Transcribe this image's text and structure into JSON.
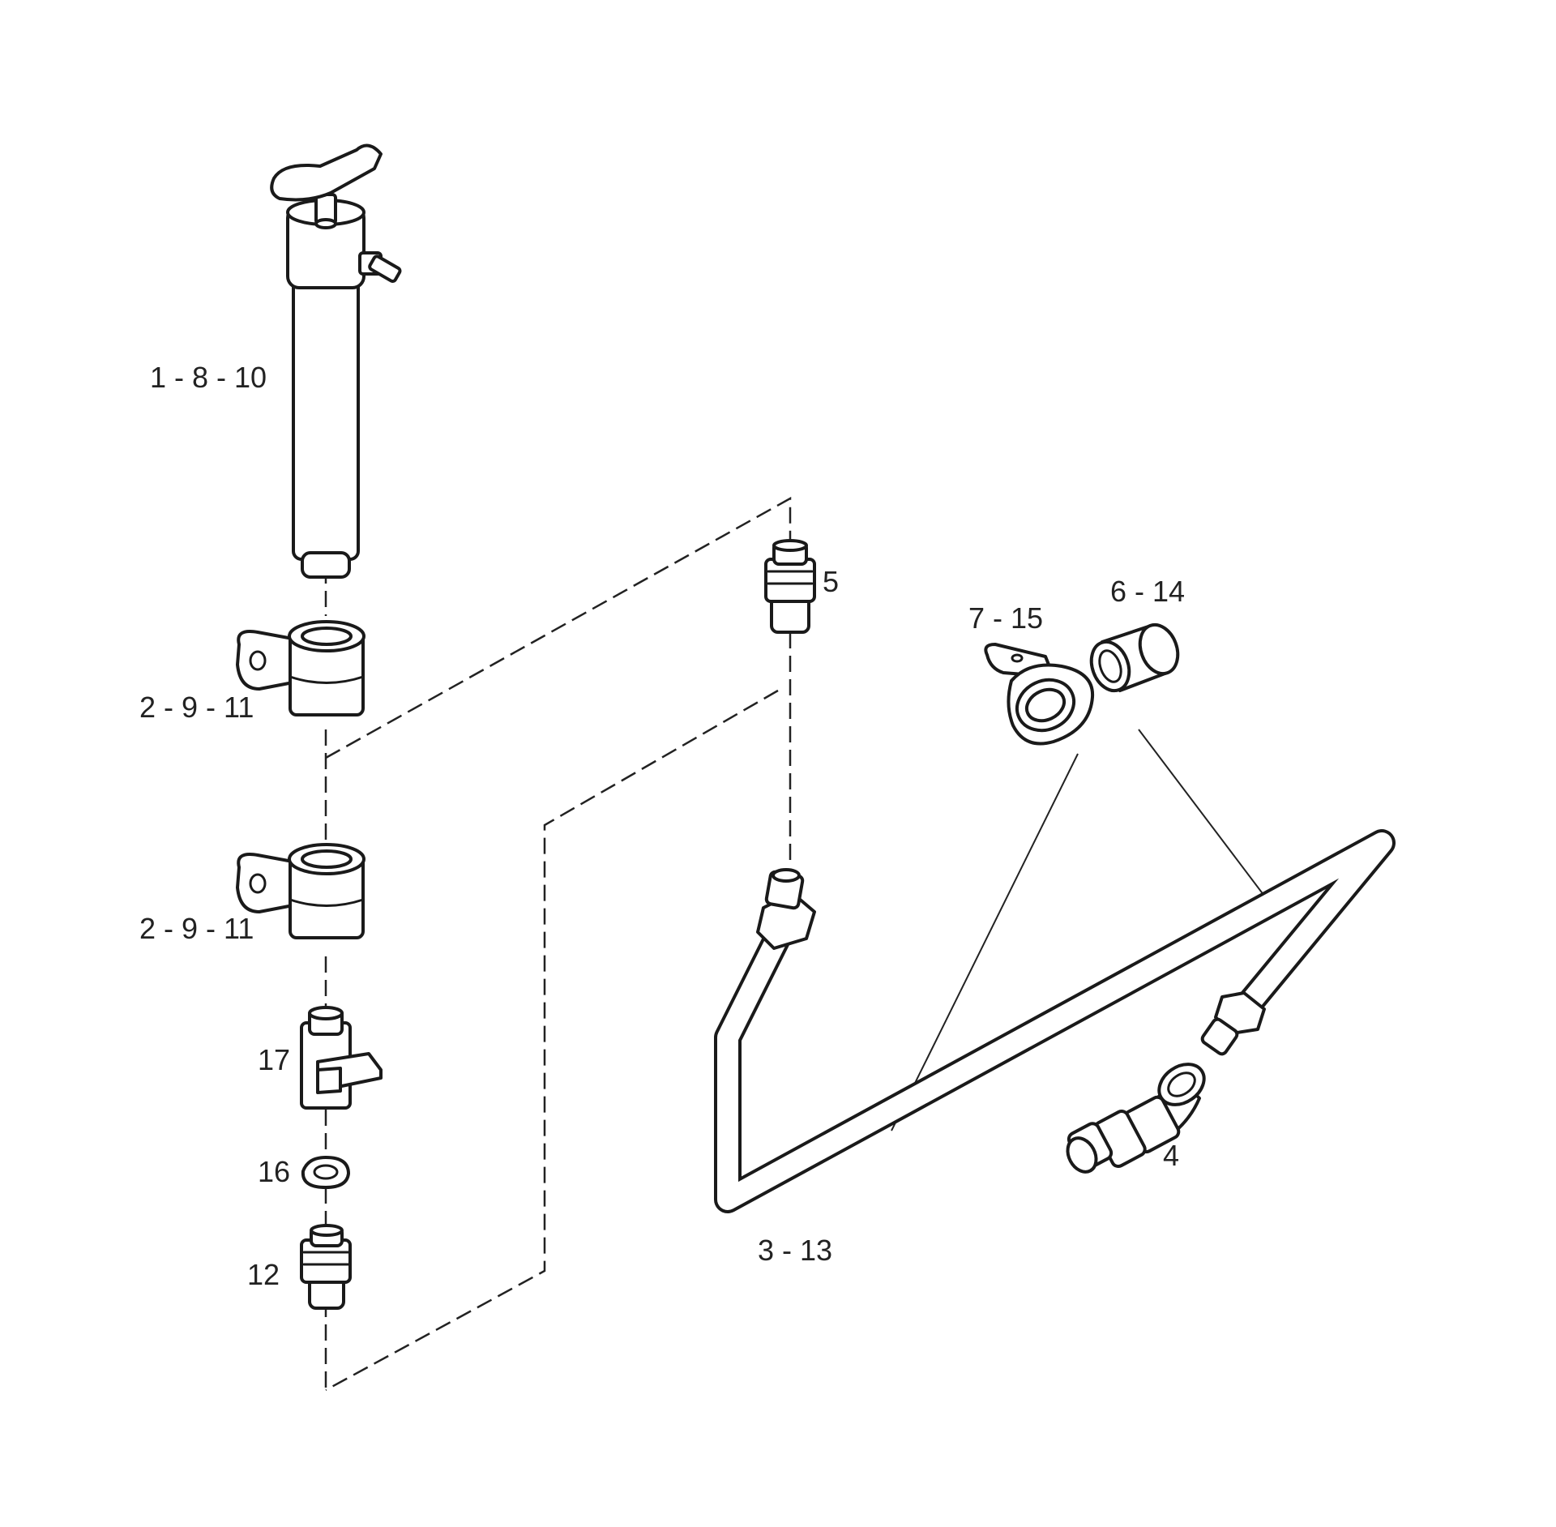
{
  "labels": {
    "pump": "1 - 8 - 10",
    "clamp_upper": "2 - 9 - 11",
    "clamp_lower": "2 - 9 - 11",
    "tee_fitting": "17",
    "seal_ring": "16",
    "lower_union": "12",
    "union_top": "5",
    "pipe": "3 - 13",
    "small_clamp": "7 - 15",
    "grommet": "6 - 14",
    "elbow": "4"
  },
  "colors": {
    "line": "#1a1a1a",
    "fill": "#ffffff",
    "background": "#ffffff"
  }
}
